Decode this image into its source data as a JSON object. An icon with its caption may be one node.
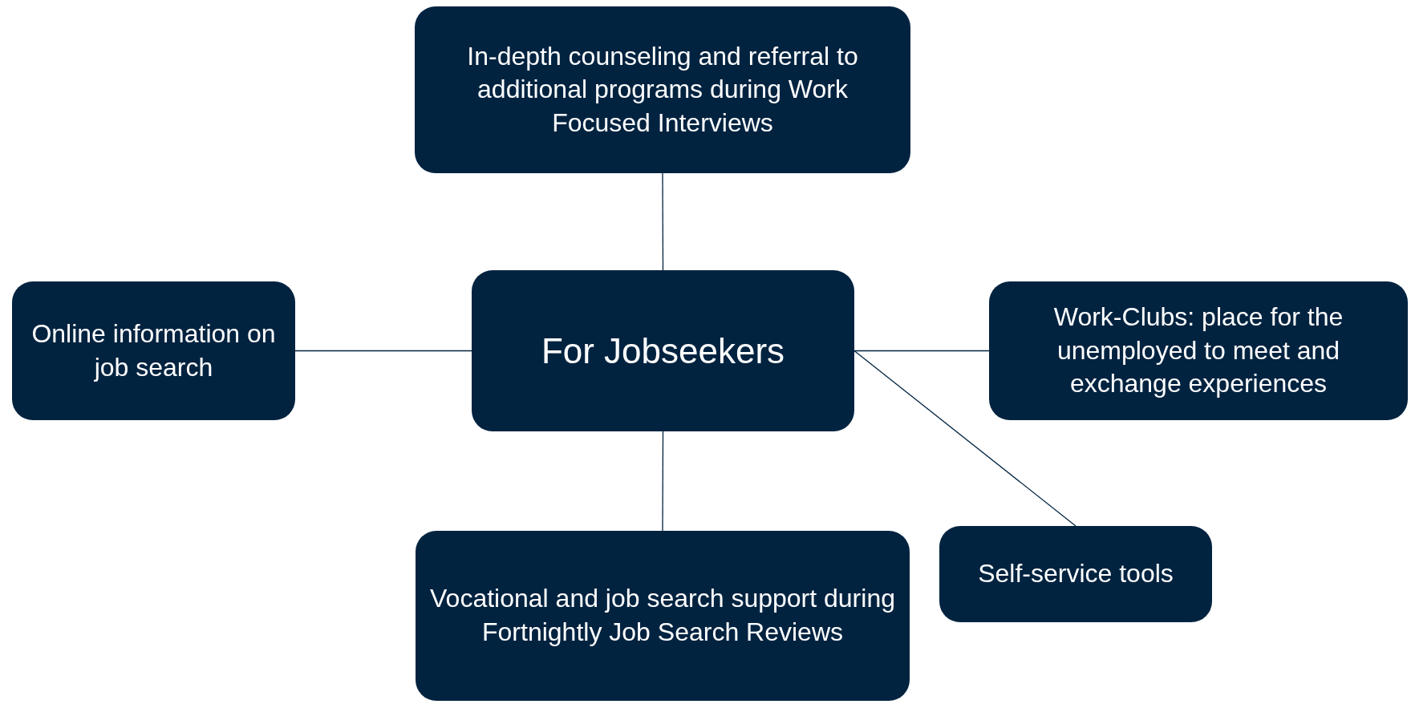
{
  "diagram": {
    "nodes": [
      {
        "text": [
          "In-depth counseling and referral to additional programs during Work Focused Interviews"
        ]
      },
      {
        "text": [
          "Online information on job search"
        ]
      },
      {
        "text": [
          "For Jobseekers"
        ]
      },
      {
        "text": [
          "Work-Clubs: place for the unemployed to meet and exchange experiences"
        ]
      },
      {
        "text": [
          "Vocational and job search support during Fortnightly Job Search Reviews"
        ]
      },
      {
        "text": [
          "Self-service tools"
        ]
      }
    ],
    "edges": [
      {
        "from": 2,
        "to": 0,
        "arrow": "none"
      },
      {
        "from": 2,
        "to": 1,
        "arrow": "none"
      },
      {
        "from": 2,
        "to": 3,
        "arrow": "none"
      },
      {
        "from": 2,
        "to": 4,
        "arrow": "none"
      },
      {
        "from": 2,
        "to": 5,
        "arrow": "none"
      }
    ]
  }
}
